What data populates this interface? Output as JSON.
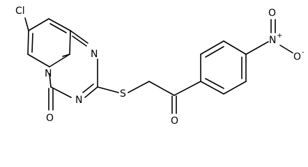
{
  "molecule": {
    "atoms": {
      "chlorine": "Cl",
      "n_bridgehead": "N",
      "n_ring_upper": "N",
      "n_ring_lower": "N",
      "carbonyl_o_ring": "O",
      "sulfur": "S",
      "ketone_o": "O",
      "nitro_n": "N",
      "nitro_n_charge": "+",
      "nitro_o_top": "O",
      "nitro_o_right": "O",
      "nitro_o_right_charge": "-"
    }
  }
}
